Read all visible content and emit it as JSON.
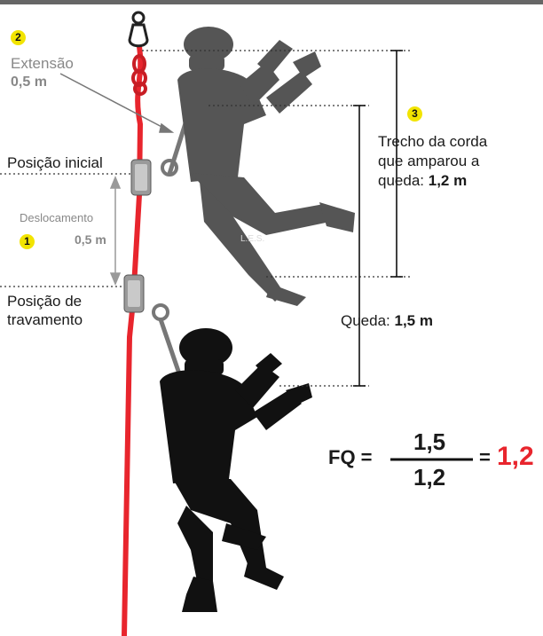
{
  "badges": {
    "one": "1",
    "two": "2",
    "three": "3"
  },
  "extension": {
    "title": "Extensão",
    "value": "0,5 m"
  },
  "initial_position": "Posição inicial",
  "displacement": {
    "title": "Deslocamento",
    "value": "0,5 m"
  },
  "lock_position": {
    "line1": "Posição de",
    "line2": "travamento"
  },
  "rope_section": {
    "line1": "Trecho da corda",
    "line2": "que amparou a",
    "line3_text": "queda: ",
    "line3_value": "1,2 m"
  },
  "fall": {
    "text": "Queda: ",
    "value": "1,5 m"
  },
  "les_mark": "L.E.S.",
  "formula": {
    "lhs": "FQ =",
    "numerator": "1,5",
    "denominator": "1,2",
    "equals": "=",
    "result": "1,2"
  },
  "colors": {
    "rope": "#e8252d",
    "silhouette_top": "#555555",
    "silhouette_bottom": "#111111",
    "badge": "#f2e400",
    "label_grey": "#888888",
    "result": "#e8252d"
  }
}
